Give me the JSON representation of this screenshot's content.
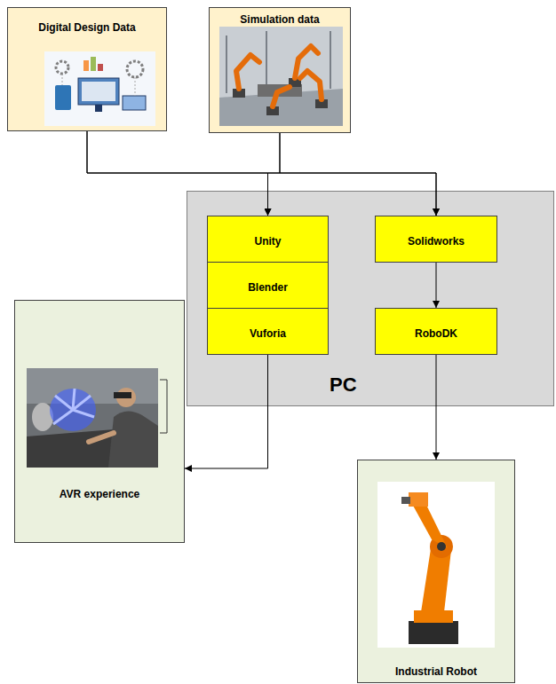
{
  "diagram": {
    "nodes": [
      {
        "text": [
          "Digital Design Data"
        ]
      },
      {
        "text": [
          "Simulation data"
        ]
      },
      {
        "text": [
          "PC"
        ]
      },
      {
        "text": [
          "Unity"
        ],
        "in": 2
      },
      {
        "text": [
          "Blender"
        ],
        "in": 2
      },
      {
        "text": [
          "Vuforia"
        ],
        "in": 2
      },
      {
        "text": [
          "Solidworks"
        ],
        "in": 2
      },
      {
        "text": [
          "RoboDK"
        ],
        "in": 2
      },
      {
        "text": [
          "AVR experience"
        ]
      },
      {
        "text": [
          "Industrial Robot"
        ]
      }
    ],
    "edges": [
      {
        "from": 0,
        "to": 3,
        "arrow": "to"
      },
      {
        "from": 0,
        "to": 6,
        "arrow": "to"
      },
      {
        "from": 1,
        "to": 3,
        "arrow": "to"
      },
      {
        "from": 1,
        "to": 6,
        "arrow": "to"
      },
      {
        "from": 6,
        "to": 7,
        "arrow": "to"
      },
      {
        "from": 5,
        "to": 8,
        "arrow": "to"
      },
      {
        "from": 7,
        "to": 9,
        "arrow": "to"
      }
    ]
  }
}
